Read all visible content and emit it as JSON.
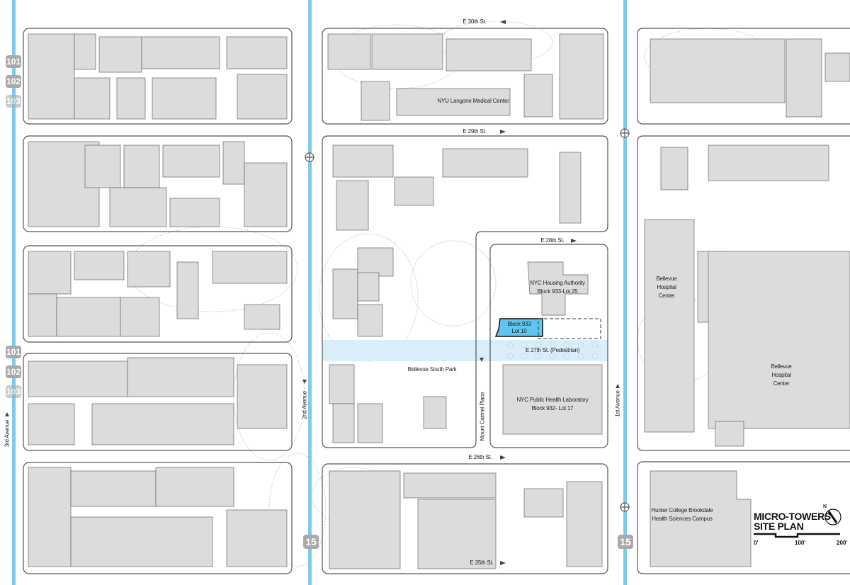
{
  "map": {
    "title_line1": "MICRO-TOWERS",
    "title_line2": "SITE PLAN",
    "north_label": "N",
    "scale": {
      "ticks": [
        "0'",
        "100'",
        "200'"
      ]
    },
    "colors": {
      "avenue_line": "#7ecbef",
      "building": "#dcdcdc",
      "site": "#5fc6f2",
      "pedestrian": "#d9eef8",
      "badge": "#a9a9a9"
    },
    "streets": {
      "e30": "E 30th St.",
      "e29": "E 29th St.",
      "e28": "E 28th St.",
      "e27": "E 27th St. (Pedestrian)",
      "e26": "E 26th St.",
      "e25": "E 25th St.",
      "ave3": "3rd Avenue",
      "ave2": "2nd Avenue",
      "ave1": "1st Avenue",
      "mount_carmel": "Mount Carmel Place"
    },
    "buildings": {
      "nyu": "NYU Langone Medical Center",
      "park": "Bellevue South Park",
      "nycha_1": "NYC Housing Authority",
      "nycha_2": "Block 933-Lot 25",
      "site_1": "Block 933",
      "site_2": "Lot 10",
      "lab_1": "NYC Public Health Laboratory",
      "lab_2": "Block 932- Lot 17",
      "bellevue_a_1": "Bellevue",
      "bellevue_a_2": "Hospital",
      "bellevue_a_3": "Center",
      "bellevue_b_1": "Bellevue",
      "bellevue_b_2": "Hospital",
      "bellevue_b_3": "Center",
      "hunter_1": "Hunter College Brookdale",
      "hunter_2": "Health Sciences Campus"
    },
    "route_badges": {
      "top": [
        "101",
        "102",
        "103"
      ],
      "mid": [
        "101",
        "102",
        "103"
      ],
      "bottom": [
        "15",
        "15"
      ]
    }
  }
}
